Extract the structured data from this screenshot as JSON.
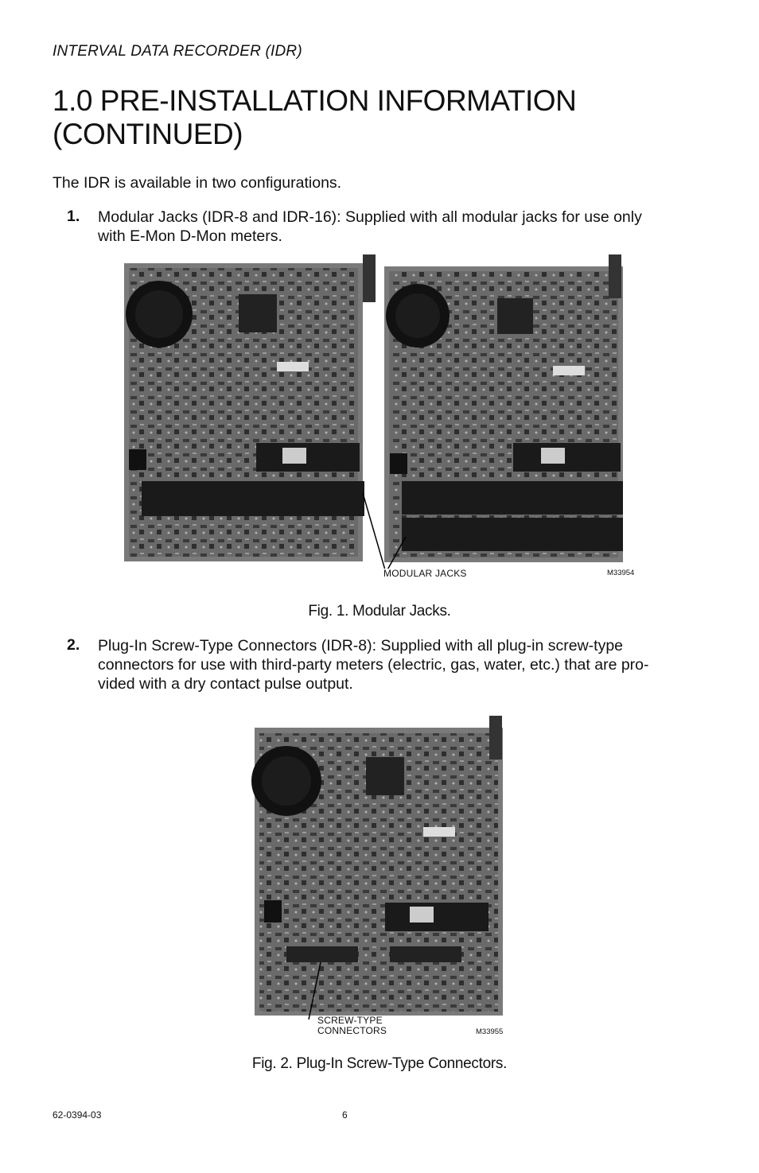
{
  "header": {
    "running_title": "INTERVAL DATA RECORDER (IDR)"
  },
  "section": {
    "title_line1": "1.0 PRE-INSTALLATION INFORMATION",
    "title_line2": "(CONTINUED)"
  },
  "intro": "The IDR is available in two configurations.",
  "items": [
    {
      "number": "1.",
      "line1": "Modular Jacks (IDR-8 and IDR-16): Supplied with all modular jacks for use only",
      "line2": "with E-Mon D-Mon meters."
    },
    {
      "number": "2.",
      "line1": "Plug-In Screw-Type Connectors (IDR-8): Supplied with all plug-in screw-type",
      "line2": "connectors for use with third-party meters (electric, gas, water, etc.) that are pro-",
      "line3": "vided with a dry contact pulse output."
    }
  ],
  "figures": [
    {
      "callout": "MODULAR JACKS",
      "code": "M33954",
      "caption": "Fig. 1.  Modular Jacks."
    },
    {
      "callout_line1": "SCREW-TYPE",
      "callout_line2": "CONNECTORS",
      "code": "M33955",
      "caption": "Fig. 2. Plug-In Screw-Type Connectors."
    }
  ],
  "footer": {
    "doc_number": "62-0394-03",
    "page_number": "6"
  }
}
